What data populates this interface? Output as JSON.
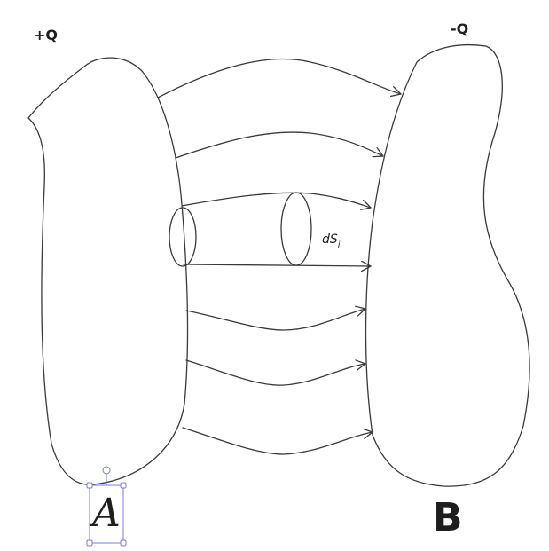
{
  "labels": {
    "plus_charge": "+Q",
    "minus_charge": "-Q",
    "area_element": "dS",
    "area_element_sub": "i",
    "conductor_a": "A",
    "conductor_b": "B"
  },
  "selection": {
    "selected_element": "A"
  },
  "colors": {
    "stroke": "#3a3a3a",
    "selection": "#7a7ae0",
    "background": "#ffffff"
  }
}
